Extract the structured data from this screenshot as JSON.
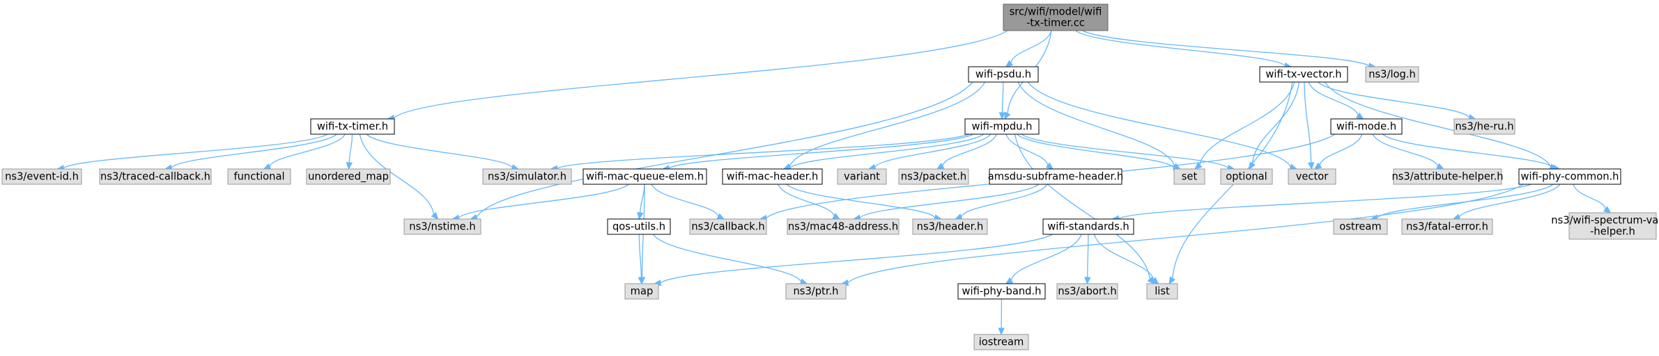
{
  "colors": {
    "edge": "#63b8ff",
    "root_fill": "#999999",
    "root_stroke": "#666666",
    "local_fill": "#ffffff",
    "local_stroke": "#000000",
    "external_fill": "#e0e0e0",
    "external_stroke": "#999999"
  },
  "nodes": [
    {
      "id": "root",
      "lines": [
        "src/wifi/model/wifi",
        "-tx-timer.cc"
      ],
      "kind": "root"
    },
    {
      "id": "psdu",
      "lines": [
        "wifi-psdu.h"
      ],
      "kind": "local"
    },
    {
      "id": "txvector",
      "lines": [
        "wifi-tx-vector.h"
      ],
      "kind": "local"
    },
    {
      "id": "log",
      "lines": [
        "ns3/log.h"
      ],
      "kind": "external"
    },
    {
      "id": "txtimer",
      "lines": [
        "wifi-tx-timer.h"
      ],
      "kind": "local"
    },
    {
      "id": "mpdu",
      "lines": [
        "wifi-mpdu.h"
      ],
      "kind": "local"
    },
    {
      "id": "mode",
      "lines": [
        "wifi-mode.h"
      ],
      "kind": "local"
    },
    {
      "id": "heru",
      "lines": [
        "ns3/he-ru.h"
      ],
      "kind": "external"
    },
    {
      "id": "eventid",
      "lines": [
        "ns3/event-id.h"
      ],
      "kind": "external"
    },
    {
      "id": "tracedcb",
      "lines": [
        "ns3/traced-callback.h"
      ],
      "kind": "external"
    },
    {
      "id": "functional",
      "lines": [
        "functional"
      ],
      "kind": "external"
    },
    {
      "id": "umap",
      "lines": [
        "unordered_map"
      ],
      "kind": "external"
    },
    {
      "id": "simulator",
      "lines": [
        "ns3/simulator.h"
      ],
      "kind": "external"
    },
    {
      "id": "queueelem",
      "lines": [
        "wifi-mac-queue-elem.h"
      ],
      "kind": "local"
    },
    {
      "id": "macheader",
      "lines": [
        "wifi-mac-header.h"
      ],
      "kind": "local"
    },
    {
      "id": "variant",
      "lines": [
        "variant"
      ],
      "kind": "external"
    },
    {
      "id": "packet",
      "lines": [
        "ns3/packet.h"
      ],
      "kind": "external"
    },
    {
      "id": "amsdu",
      "lines": [
        "amsdu-subframe-header.h"
      ],
      "kind": "local"
    },
    {
      "id": "set",
      "lines": [
        "set"
      ],
      "kind": "external"
    },
    {
      "id": "optional",
      "lines": [
        "optional"
      ],
      "kind": "external"
    },
    {
      "id": "vector",
      "lines": [
        "vector"
      ],
      "kind": "external"
    },
    {
      "id": "attrhelper",
      "lines": [
        "ns3/attribute-helper.h"
      ],
      "kind": "external"
    },
    {
      "id": "phycommon",
      "lines": [
        "wifi-phy-common.h"
      ],
      "kind": "local"
    },
    {
      "id": "nstime",
      "lines": [
        "ns3/nstime.h"
      ],
      "kind": "external"
    },
    {
      "id": "qosutils",
      "lines": [
        "qos-utils.h"
      ],
      "kind": "local"
    },
    {
      "id": "callback",
      "lines": [
        "ns3/callback.h"
      ],
      "kind": "external"
    },
    {
      "id": "mac48",
      "lines": [
        "ns3/mac48-address.h"
      ],
      "kind": "external"
    },
    {
      "id": "header",
      "lines": [
        "ns3/header.h"
      ],
      "kind": "external"
    },
    {
      "id": "standards",
      "lines": [
        "wifi-standards.h"
      ],
      "kind": "local"
    },
    {
      "id": "ostream",
      "lines": [
        "ostream"
      ],
      "kind": "external"
    },
    {
      "id": "fatalerror",
      "lines": [
        "ns3/fatal-error.h"
      ],
      "kind": "external"
    },
    {
      "id": "spectrum",
      "lines": [
        "ns3/wifi-spectrum-value",
        "-helper.h"
      ],
      "kind": "external"
    },
    {
      "id": "map",
      "lines": [
        "map"
      ],
      "kind": "external"
    },
    {
      "id": "ptr",
      "lines": [
        "ns3/ptr.h"
      ],
      "kind": "external"
    },
    {
      "id": "phyband",
      "lines": [
        "wifi-phy-band.h"
      ],
      "kind": "local"
    },
    {
      "id": "abort",
      "lines": [
        "ns3/abort.h"
      ],
      "kind": "external"
    },
    {
      "id": "list",
      "lines": [
        "list"
      ],
      "kind": "external"
    },
    {
      "id": "iostream",
      "lines": [
        "iostream"
      ],
      "kind": "external"
    }
  ],
  "edges": [
    [
      "root",
      "psdu"
    ],
    [
      "root",
      "txvector"
    ],
    [
      "root",
      "log"
    ],
    [
      "root",
      "txtimer"
    ],
    [
      "root",
      "mpdu"
    ],
    [
      "psdu",
      "mpdu"
    ],
    [
      "psdu",
      "nstime"
    ],
    [
      "psdu",
      "set"
    ],
    [
      "psdu",
      "vector"
    ],
    [
      "psdu",
      "macheader"
    ],
    [
      "txvector",
      "mode"
    ],
    [
      "txvector",
      "heru"
    ],
    [
      "txvector",
      "phycommon"
    ],
    [
      "txvector",
      "set"
    ],
    [
      "txvector",
      "optional"
    ],
    [
      "txvector",
      "vector"
    ],
    [
      "txvector",
      "list"
    ],
    [
      "txtimer",
      "eventid"
    ],
    [
      "txtimer",
      "tracedcb"
    ],
    [
      "txtimer",
      "functional"
    ],
    [
      "txtimer",
      "umap"
    ],
    [
      "txtimer",
      "simulator"
    ],
    [
      "txtimer",
      "nstime"
    ],
    [
      "mpdu",
      "simulator"
    ],
    [
      "mpdu",
      "queueelem"
    ],
    [
      "mpdu",
      "macheader"
    ],
    [
      "mpdu",
      "variant"
    ],
    [
      "mpdu",
      "packet"
    ],
    [
      "mpdu",
      "amsdu"
    ],
    [
      "mpdu",
      "set"
    ],
    [
      "mpdu",
      "optional"
    ],
    [
      "mpdu",
      "list"
    ],
    [
      "mode",
      "vector"
    ],
    [
      "mode",
      "attrhelper"
    ],
    [
      "mode",
      "phycommon"
    ],
    [
      "mode",
      "callback"
    ],
    [
      "queueelem",
      "nstime"
    ],
    [
      "queueelem",
      "qosutils"
    ],
    [
      "queueelem",
      "callback"
    ],
    [
      "queueelem",
      "map"
    ],
    [
      "macheader",
      "mac48"
    ],
    [
      "macheader",
      "header"
    ],
    [
      "amsdu",
      "mac48"
    ],
    [
      "amsdu",
      "header"
    ],
    [
      "phycommon",
      "standards"
    ],
    [
      "phycommon",
      "ostream"
    ],
    [
      "phycommon",
      "fatalerror"
    ],
    [
      "phycommon",
      "spectrum"
    ],
    [
      "phycommon",
      "ptr"
    ],
    [
      "qosutils",
      "map"
    ],
    [
      "qosutils",
      "ptr"
    ],
    [
      "standards",
      "map"
    ],
    [
      "standards",
      "phyband"
    ],
    [
      "standards",
      "abort"
    ],
    [
      "standards",
      "list"
    ],
    [
      "phyband",
      "iostream"
    ]
  ]
}
